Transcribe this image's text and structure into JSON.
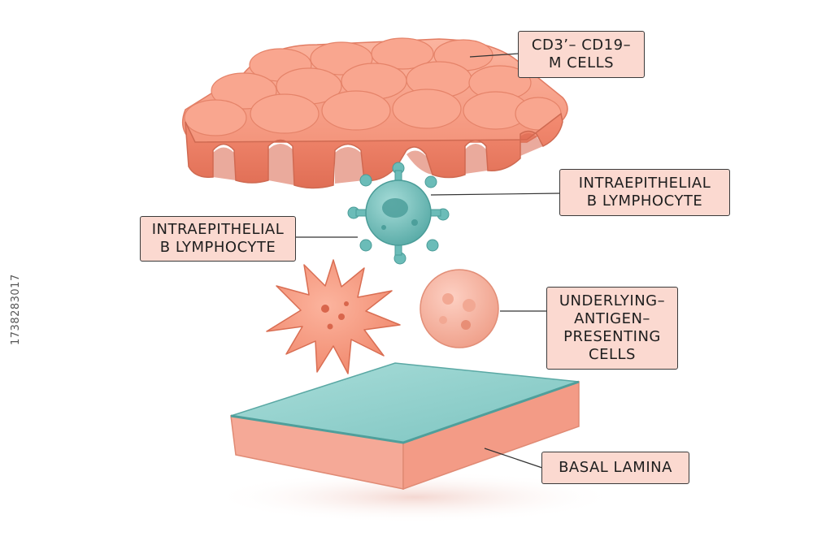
{
  "labels": {
    "m_cells": {
      "line1": "CD3’– CD19–",
      "line2": "M CELLS"
    },
    "b_lymph_right": {
      "line1": "INTRAEPITHELIAL",
      "line2": "B LYMPHOCYTE"
    },
    "b_lymph_left": {
      "line1": "INTRAEPITHELIAL",
      "line2": "B LYMPHOCYTE"
    },
    "apc": {
      "line1": "UNDERLYING–",
      "line2": "ANTIGEN–",
      "line3": "PRESENTING",
      "line4": "CELLS"
    },
    "basal": {
      "line1": "BASAL LAMINA"
    }
  },
  "stock_id": "1738283017",
  "colors": {
    "epithelium": "#f59a83",
    "epithelium_dark": "#e0785f",
    "teal": "#76c4c0",
    "teal_dark": "#4fa6a2",
    "apc_cell": "#f7b7a5",
    "label_bg": "#fbd9d0"
  }
}
